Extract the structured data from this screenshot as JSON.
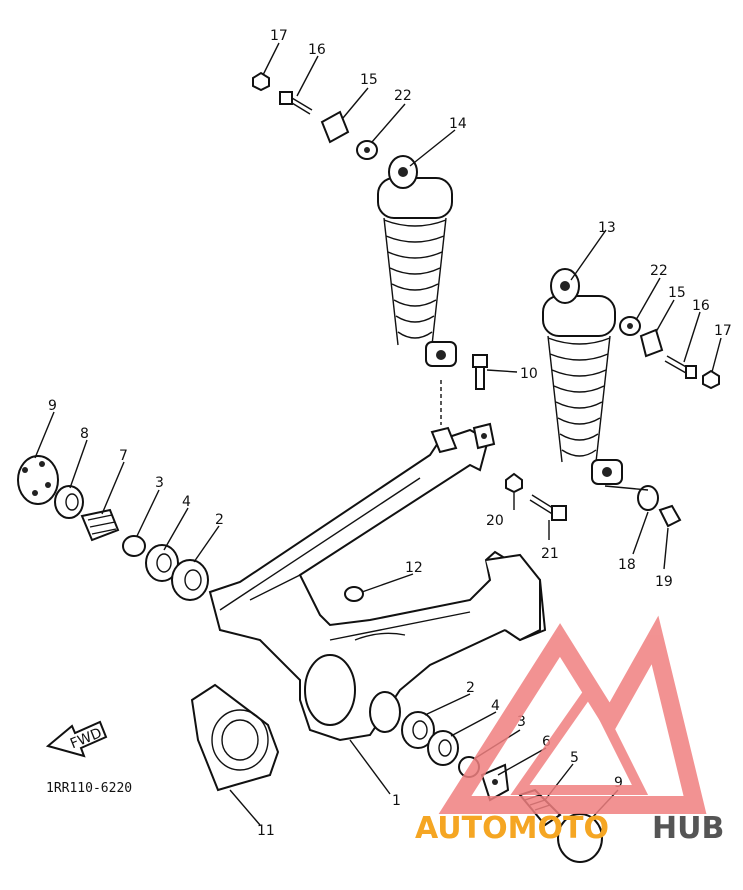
{
  "diagram": {
    "part_code": "1RR110-6220",
    "fwd_label": "FWD",
    "callouts": {
      "c1": "1",
      "c2a": "2",
      "c2b": "2",
      "c3a": "3",
      "c3b": "3",
      "c4a": "4",
      "c4b": "4",
      "c5": "5",
      "c6": "6",
      "c7": "7",
      "c8": "8",
      "c9a": "9",
      "c9b": "9",
      "c10": "10",
      "c11": "11",
      "c12": "12",
      "c13": "13",
      "c14": "14",
      "c15a": "15",
      "c15b": "15",
      "c16a": "16",
      "c16b": "16",
      "c17a": "17",
      "c17b": "17",
      "c18": "18",
      "c19": "19",
      "c20": "20",
      "c21": "21",
      "c22a": "22",
      "c22b": "22"
    }
  },
  "watermark": {
    "text_left": "AUTOMOTO",
    "text_right": "HUB",
    "colors": {
      "accent": "#f08080",
      "orange": "#f5a623",
      "dark": "#555555"
    }
  }
}
